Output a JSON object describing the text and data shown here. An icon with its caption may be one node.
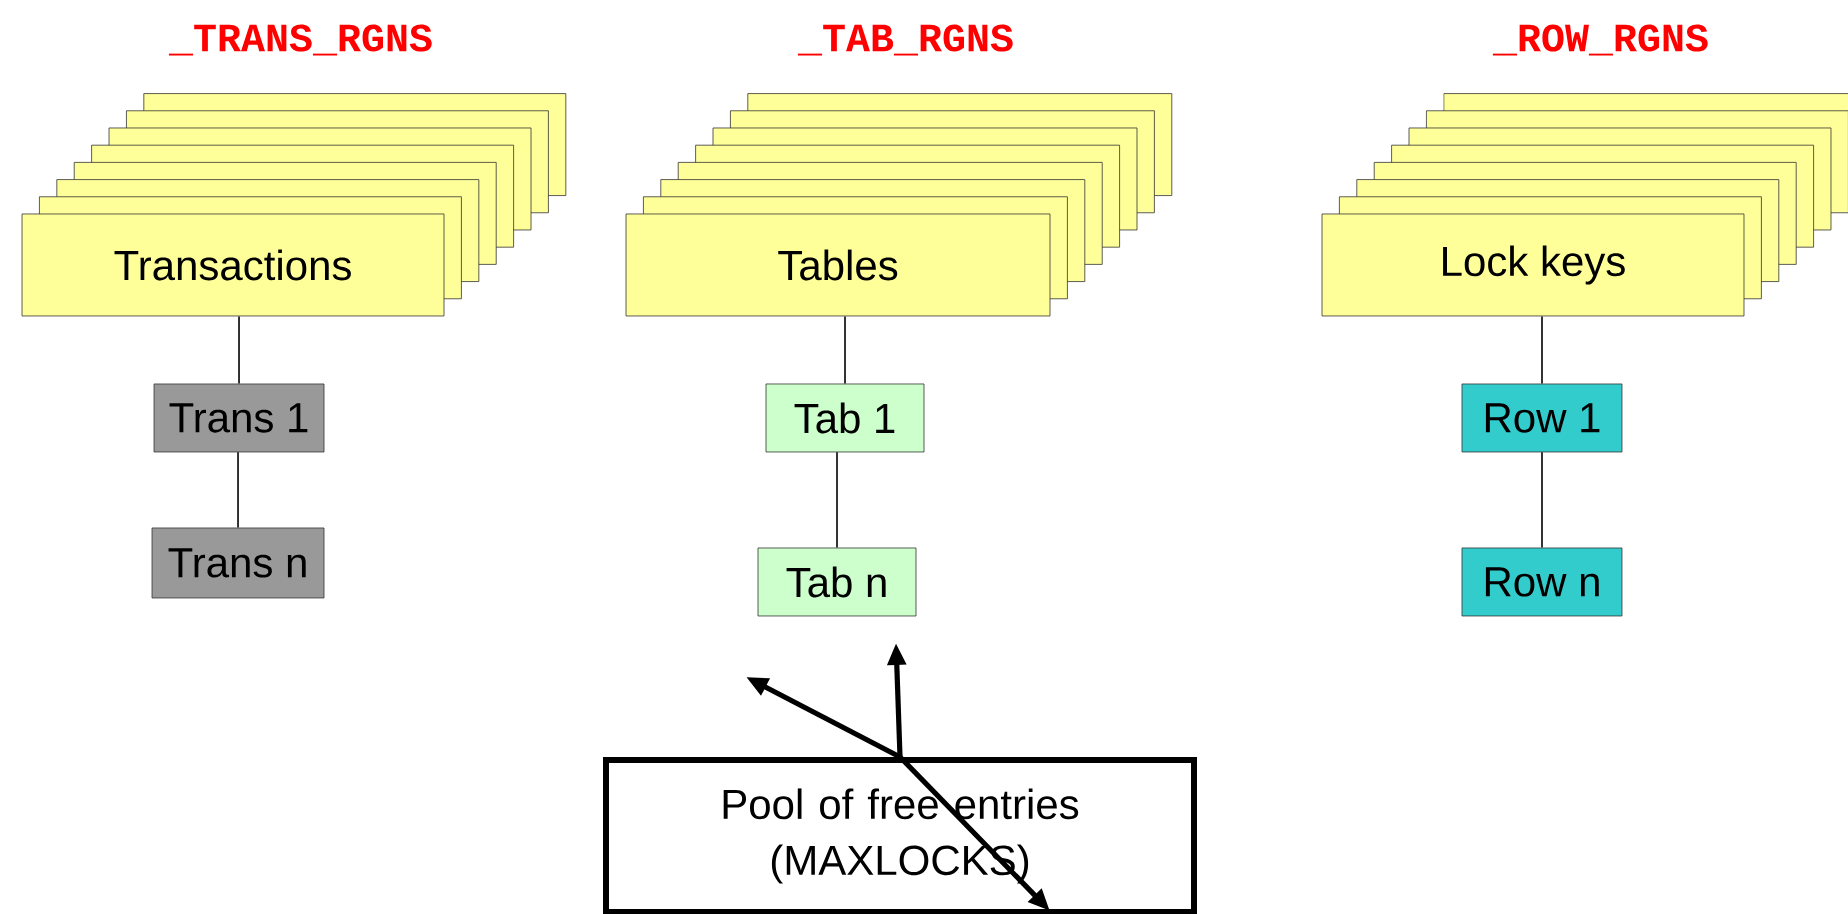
{
  "diagram": {
    "nodes": [
      {
        "text": [
          "_TRANS_RGNS",
          "Transactions"
        ]
      },
      {
        "text": [
          "Trans 1"
        ]
      },
      {
        "text": [
          "Trans n"
        ]
      },
      {
        "text": [
          "_TAB_RGNS",
          "Tables"
        ]
      },
      {
        "text": [
          "Tab 1"
        ]
      },
      {
        "text": [
          "Tab n"
        ]
      },
      {
        "text": [
          "_ROW_RGNS",
          "Lock keys"
        ]
      },
      {
        "text": [
          "Row 1"
        ]
      },
      {
        "text": [
          "Row n"
        ]
      },
      {
        "text": [
          "Pool of free entries (MAXLOCKS)"
        ]
      }
    ],
    "edges": [
      {
        "from": 0,
        "to": 1,
        "arrow": "none"
      },
      {
        "from": 1,
        "to": 2,
        "arrow": "none"
      },
      {
        "from": 3,
        "to": 4,
        "arrow": "none"
      },
      {
        "from": 4,
        "to": 5,
        "arrow": "none"
      },
      {
        "from": 6,
        "to": 7,
        "arrow": "none"
      },
      {
        "from": 7,
        "to": 8,
        "arrow": "none"
      },
      {
        "from": 9,
        "to": null,
        "arrow": "to",
        "style": "thick"
      },
      {
        "from": 9,
        "to": null,
        "arrow": "to",
        "style": "thick"
      },
      {
        "from": null,
        "to": 9,
        "arrow": "to",
        "style": "thick"
      }
    ]
  }
}
